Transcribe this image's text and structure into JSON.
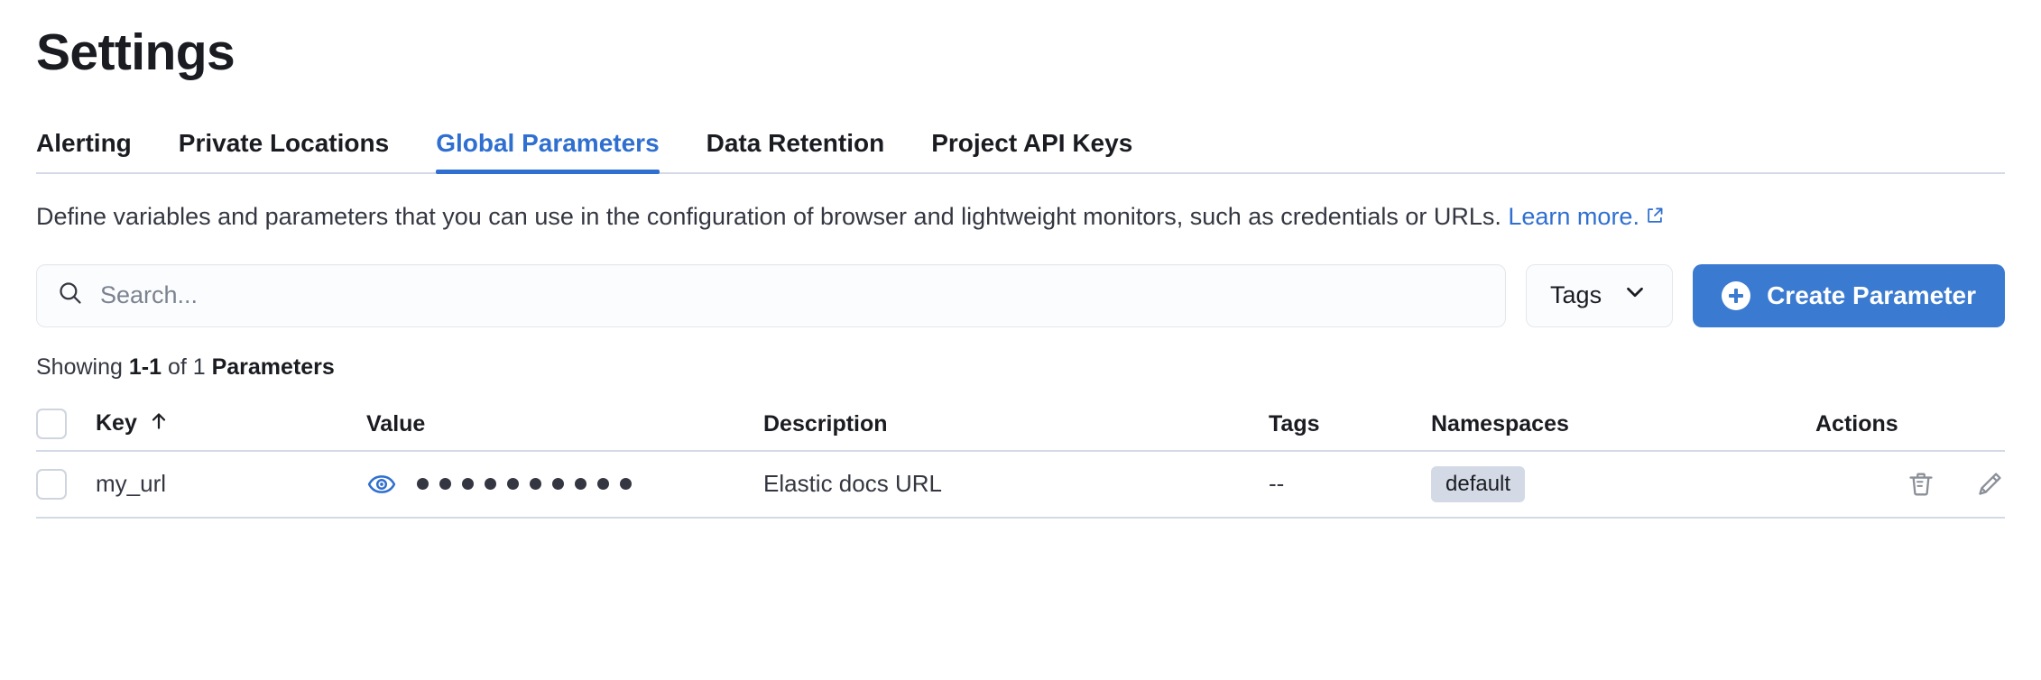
{
  "header": {
    "title": "Settings"
  },
  "tabs": [
    {
      "label": "Alerting",
      "active": false,
      "name": "tab-alerting"
    },
    {
      "label": "Private Locations",
      "active": false,
      "name": "tab-private-locations"
    },
    {
      "label": "Global Parameters",
      "active": true,
      "name": "tab-global-parameters"
    },
    {
      "label": "Data Retention",
      "active": false,
      "name": "tab-data-retention"
    },
    {
      "label": "Project API Keys",
      "active": false,
      "name": "tab-project-api-keys"
    }
  ],
  "description": {
    "text": "Define variables and parameters that you can use in the configuration of browser and lightweight monitors, such as credentials or URLs. ",
    "link_label": "Learn more.",
    "link_icon": "external-link-icon"
  },
  "controls": {
    "search_placeholder": "Search...",
    "search_value": "",
    "search_icon": "search-icon",
    "tags_label": "Tags",
    "tags_icon": "chevron-down-icon",
    "create_label": "Create Parameter",
    "create_icon": "plus-circle-icon"
  },
  "showing": {
    "prefix": "Showing ",
    "range": "1-1",
    "middle": " of 1 ",
    "entity": "Parameters"
  },
  "table": {
    "columns": [
      {
        "label": "",
        "name": "select-all-column"
      },
      {
        "label": "Key",
        "name": "column-key",
        "sorted": true,
        "sort_icon": "arrow-up-icon"
      },
      {
        "label": "Value",
        "name": "column-value"
      },
      {
        "label": "Description",
        "name": "column-description"
      },
      {
        "label": "Tags",
        "name": "column-tags"
      },
      {
        "label": "Namespaces",
        "name": "column-namespaces"
      },
      {
        "label": "Actions",
        "name": "column-actions"
      }
    ],
    "rows": [
      {
        "key": "my_url",
        "value_masked": "••••••••••",
        "value_dot_count": 10,
        "value_reveal_icon": "eye-icon",
        "description": "Elastic docs URL",
        "tags": "--",
        "namespace": "default",
        "actions": [
          "trash-icon",
          "pencil-icon"
        ]
      }
    ]
  },
  "colors": {
    "accent_blue": "#3a7ad0",
    "tab_active_blue": "#2f6fd0",
    "text_dark": "#1a1c21",
    "text_body": "#343741",
    "border": "#d3dae6",
    "badge_bg": "#d3dae6",
    "icon_gray": "#8a8f98"
  }
}
